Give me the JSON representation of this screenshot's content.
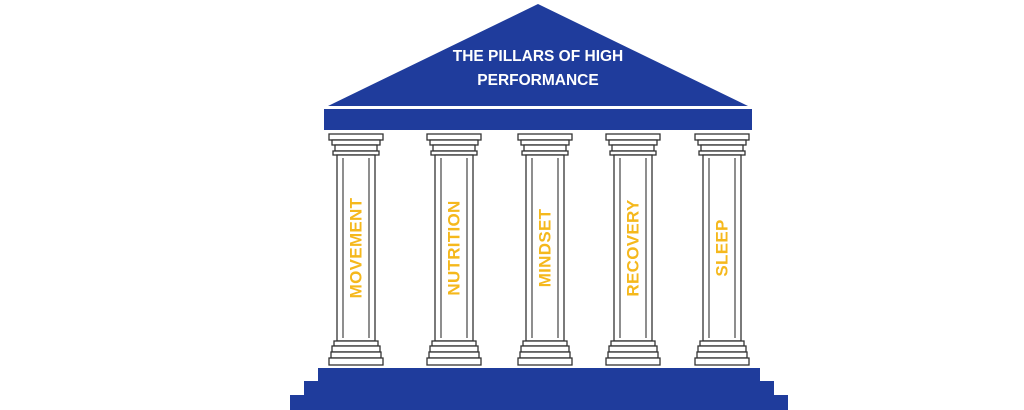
{
  "diagram": {
    "title_lines": [
      "THE PILLARS OF HIGH",
      "PERFORMANCE"
    ],
    "pillars": [
      {
        "label": "MOVEMENT"
      },
      {
        "label": "NUTRITION"
      },
      {
        "label": "MINDSET"
      },
      {
        "label": "RECOVERY"
      },
      {
        "label": "SLEEP"
      }
    ]
  },
  "colors": {
    "structure_blue": "#1f3c9c",
    "label_yellow": "#f5b81c",
    "outline": "#333333",
    "column_fill": "#ffffff"
  }
}
